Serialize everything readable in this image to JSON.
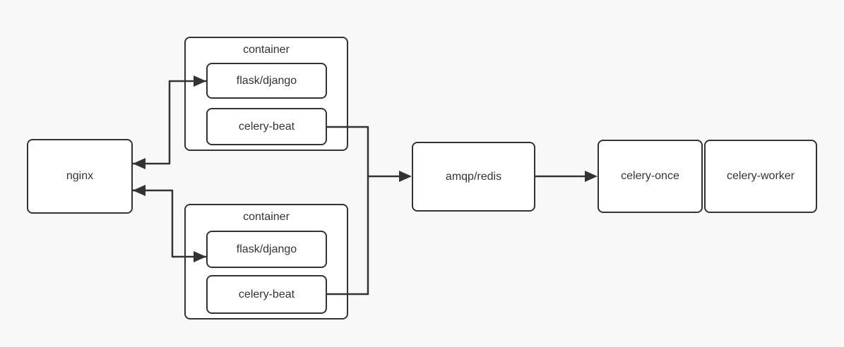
{
  "diagram": {
    "background_color": "#f8f8f8",
    "node_fill_color": "#ffffff",
    "stroke_color": "#333333",
    "text_color": "#333333",
    "nodes": [
      {
        "id": "nginx",
        "label": "nginx"
      },
      {
        "id": "container-top",
        "label": "container"
      },
      {
        "id": "flask-django-top",
        "label": "flask/django"
      },
      {
        "id": "celery-beat-top",
        "label": "celery-beat"
      },
      {
        "id": "container-bottom",
        "label": "container"
      },
      {
        "id": "flask-django-bottom",
        "label": "flask/django"
      },
      {
        "id": "celery-beat-bottom",
        "label": "celery-beat"
      },
      {
        "id": "amqp-redis",
        "label": "amqp/redis"
      },
      {
        "id": "celery-once",
        "label": "celery-once"
      },
      {
        "id": "celery-worker",
        "label": "celery-worker"
      }
    ],
    "edges": [
      {
        "from": "nginx",
        "to": "flask-django-top",
        "bidirectional": true
      },
      {
        "from": "nginx",
        "to": "flask-django-bottom",
        "bidirectional": true
      },
      {
        "from": "celery-beat-top",
        "to": "amqp-redis",
        "bidirectional": false
      },
      {
        "from": "celery-beat-bottom",
        "to": "amqp-redis",
        "bidirectional": false
      },
      {
        "from": "amqp-redis",
        "to": "celery-once",
        "bidirectional": false
      }
    ]
  }
}
